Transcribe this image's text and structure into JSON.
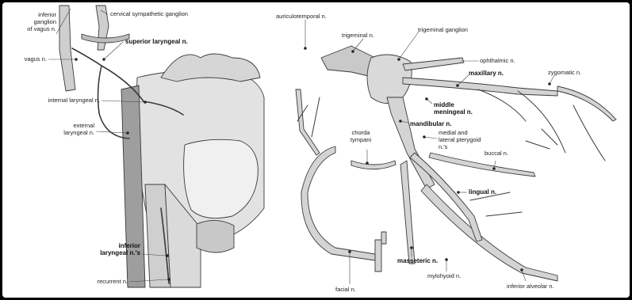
{
  "left_figure": {
    "labels": {
      "inferior_ganglion": "inferior\nganglion\nof vagus n.",
      "cervical_sympathetic": "cervical sympathetic ganglion",
      "vagus": "vagus n.",
      "superior_laryngeal": "superior laryngeal n.",
      "internal_laryngeal": "internal laryngeal n.",
      "external_laryngeal": "external\nlaryngeal n.",
      "inferior_laryngeal": "inferior\nlaryngeal n.'s",
      "recurrent": "recurrent n."
    }
  },
  "right_figure": {
    "labels": {
      "auriculotemporal": "auriculotemporal n.",
      "trigeminal": "trigeminal n.",
      "trigeminal_ganglion": "trigeminal ganglion",
      "ophthalmic": "ophthalmic n.",
      "maxillary": "maxillary n.",
      "zygomatic": "zygomatic n.",
      "middle_meningeal": "middle\nmeningeal n.",
      "mandibular": "mandibular n.",
      "chorda_tympani": "chorda\ntympani",
      "pterygoid": "medial and\nlateral pterygoid\nn.'s",
      "buccal": "buccal n.",
      "lingual": "lingual n.",
      "masseteric": "masseteric n.",
      "mylohyoid": "mylohyoid n.",
      "facial": "facial n.",
      "inferior_alveolar": "inferior alveolar n."
    }
  },
  "colors": {
    "background": "#000000",
    "panel": "#ffffff",
    "nerve_fill": "#d4d4d4",
    "outline": "#3a3a3a",
    "label_text": "#222222"
  }
}
